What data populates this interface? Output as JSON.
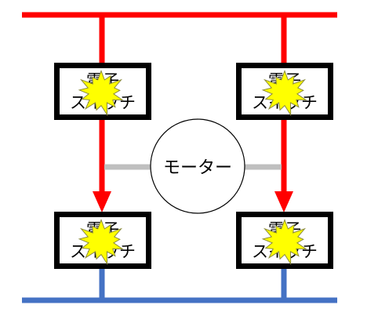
{
  "colors": {
    "red": "#ff0000",
    "blue": "#4472c4",
    "gray": "#bfbfbf",
    "black": "#000000",
    "starFill": "#ffff00",
    "starStroke": "#8c8c3c"
  },
  "motor": {
    "label": "モーター"
  },
  "switches": [
    {
      "line1": "電子",
      "line2": "スイッチ"
    },
    {
      "line1": "電子",
      "line2": "スイッチ"
    },
    {
      "line1": "電子",
      "line2": "スイッチ"
    },
    {
      "line1": "電子",
      "line2": "スイッチ"
    }
  ]
}
